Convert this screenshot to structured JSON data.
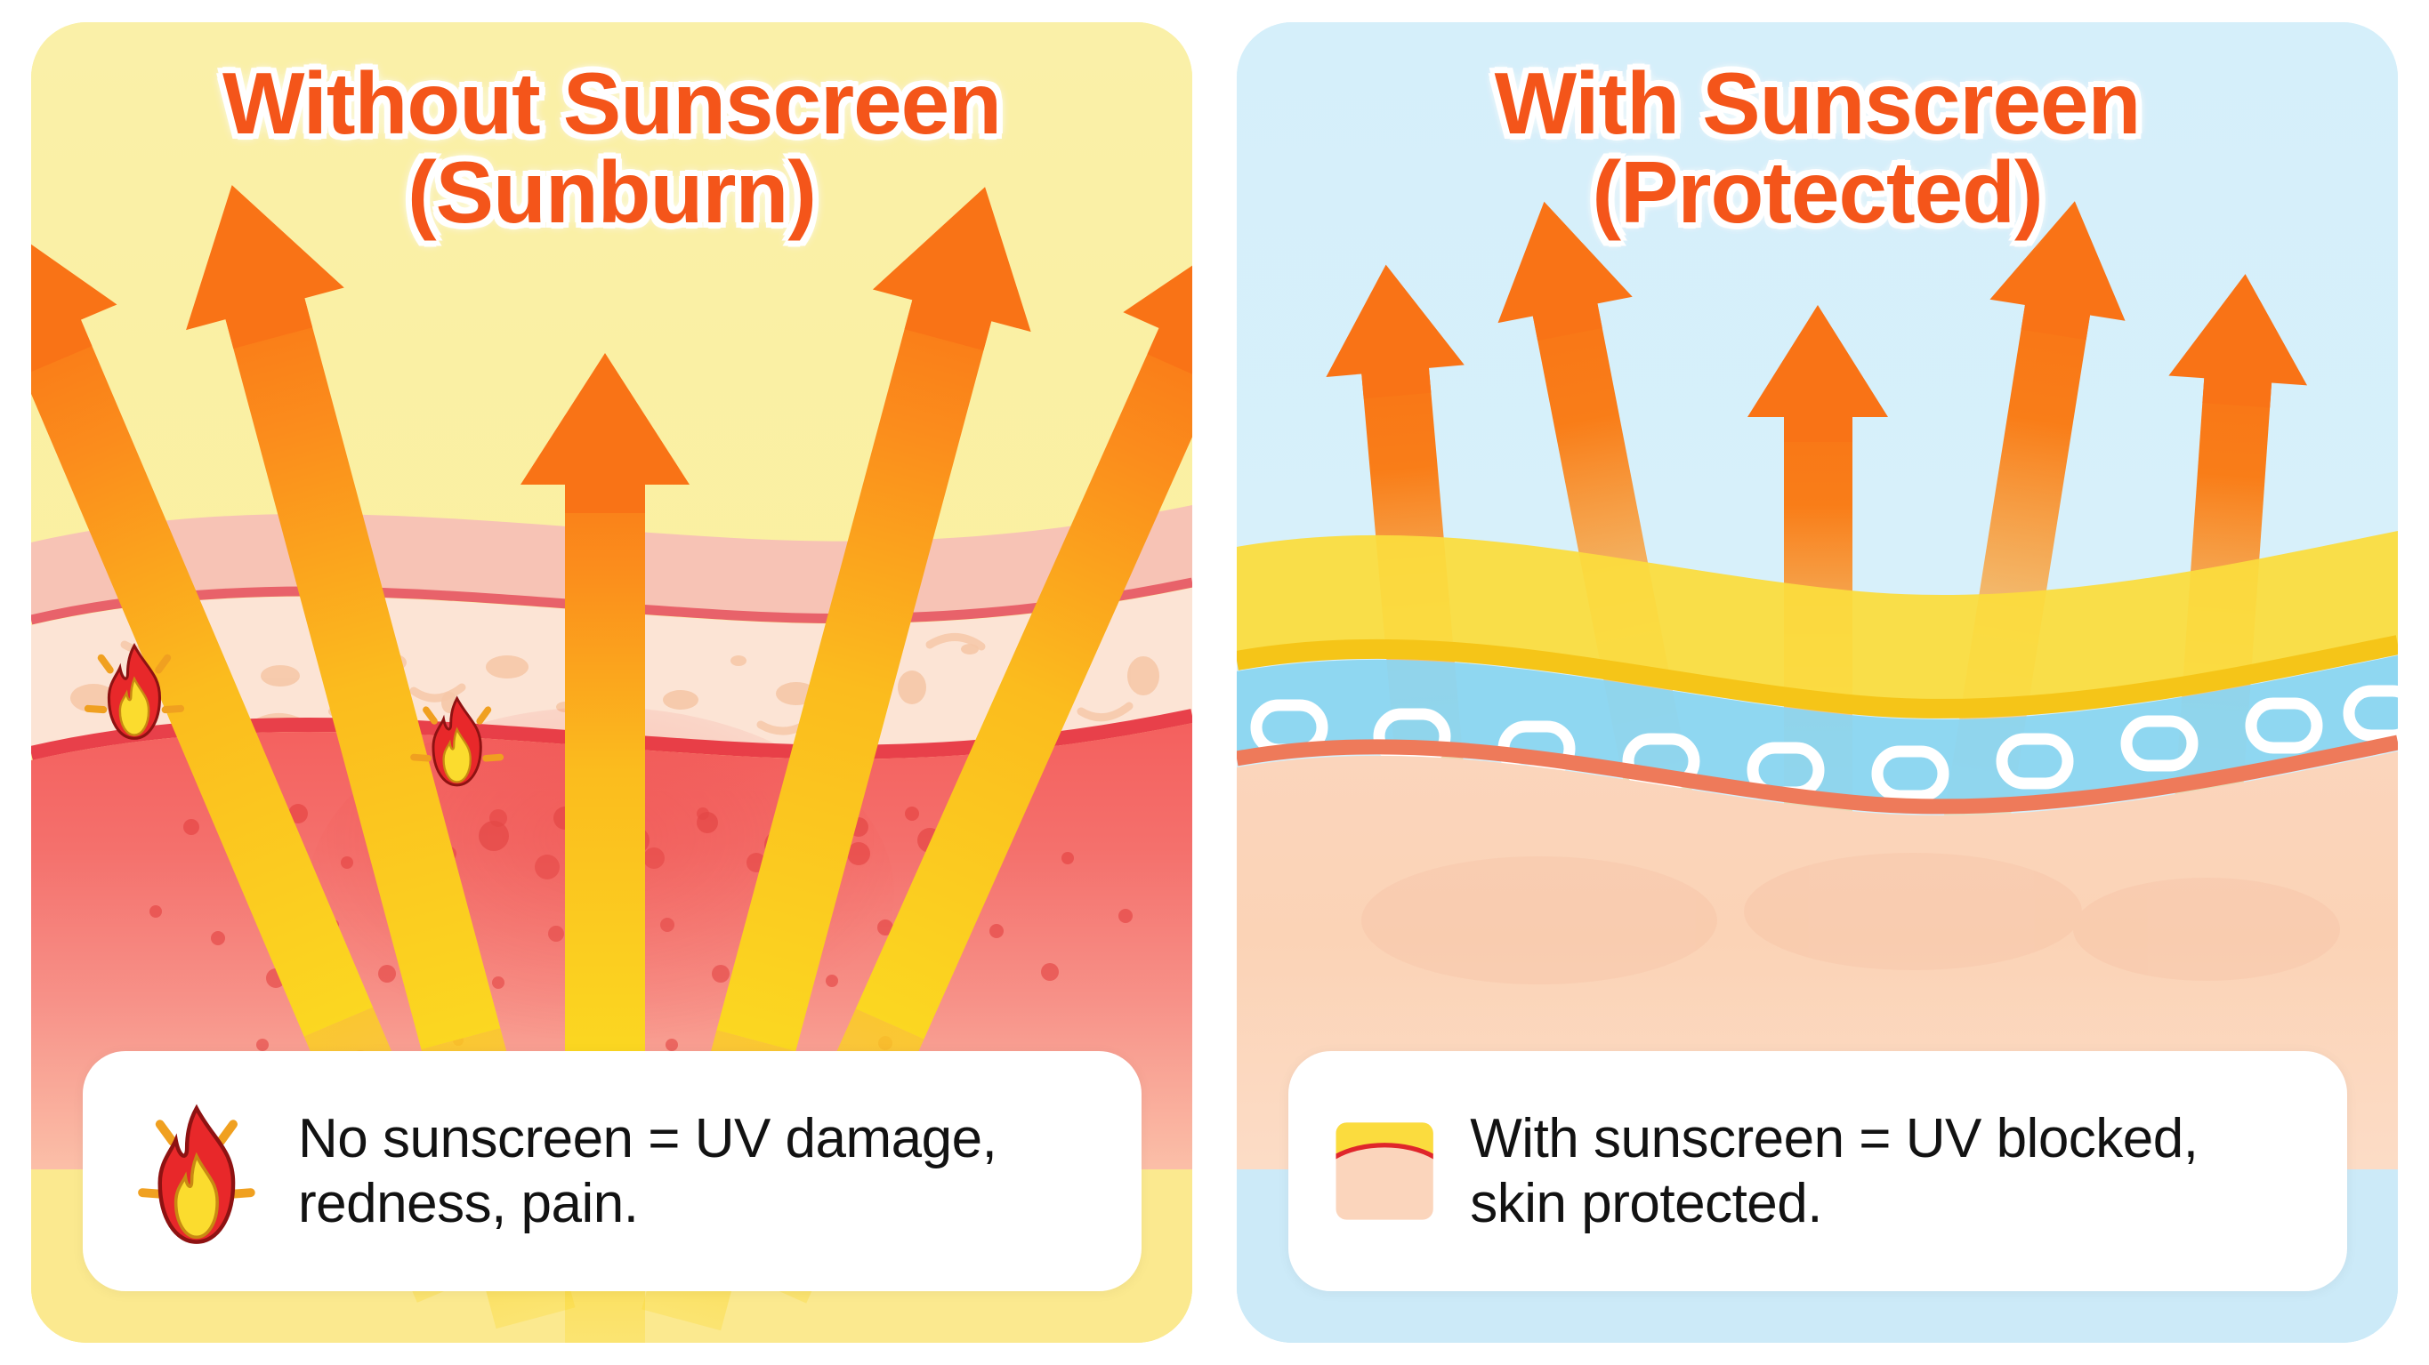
{
  "meta": {
    "diagram_title": "Sunscreen skin protection comparison",
    "layout": "two side-by-side comparison panels"
  },
  "colors": {
    "accent_orange": "#F4551A",
    "left_panel_bg": "#FAF0A8",
    "right_panel_bg": "#D5EFFA",
    "arrow_tip": "#F97316",
    "arrow_base": "#FBD721",
    "sunburn_red": "#F2605E",
    "epidermis_pink": "#F7C3B5",
    "dermis_cream": "#FCE4D5",
    "boundary_red": "#E8404A",
    "sunscreen_yellow": "#FBDC3E",
    "sunscreen_gold_edge": "#F5C518",
    "sunscreen_blue": "#8BD5F0",
    "healthy_skin_peach": "#FBD5BC",
    "boundary_salmon": "#EE7A5A",
    "caption_card": "#FFFFFF",
    "caption_text": "#121212"
  },
  "left": {
    "title_line1": "Without Sunscreen",
    "title_line2": "(Sunburn)",
    "caption_text": "No sunscreen = UV damage, redness, pain.",
    "caption_icon_name": "fire-emoji",
    "uv_arrow_count": 5,
    "arrow_behavior": "UV rays penetrate through all skin layers",
    "inline_icons": [
      "fire-emoji",
      "fire-emoji"
    ],
    "layers": [
      {
        "name": "epidermis",
        "color": "#F7C3B5"
      },
      {
        "name": "boundary-line-upper",
        "color": "#E8626A"
      },
      {
        "name": "dermis-cellular",
        "color": "#FCE4D5"
      },
      {
        "name": "boundary-line-lower",
        "color": "#E8404A"
      },
      {
        "name": "inflamed-dermis",
        "color": "#F2605E"
      }
    ]
  },
  "right": {
    "title_line1": "With Sunscreen",
    "title_line2": "(Protected)",
    "caption_text": "With sunscreen = UV blocked, skin protected.",
    "caption_icon_name": "skin-layer-swatch-icon",
    "uv_arrow_count": 5,
    "arrow_behavior": "UV rays fade out / are blocked at the sunscreen layer",
    "layers": [
      {
        "name": "sunscreen-film",
        "color": "#FBDC3E"
      },
      {
        "name": "sunscreen-gold-edge",
        "color": "#F5C518"
      },
      {
        "name": "mineral-particle-layer",
        "color": "#8BD5F0"
      },
      {
        "name": "boundary-line",
        "color": "#EE7A5A"
      },
      {
        "name": "healthy-skin",
        "color": "#FBD5BC"
      }
    ]
  }
}
